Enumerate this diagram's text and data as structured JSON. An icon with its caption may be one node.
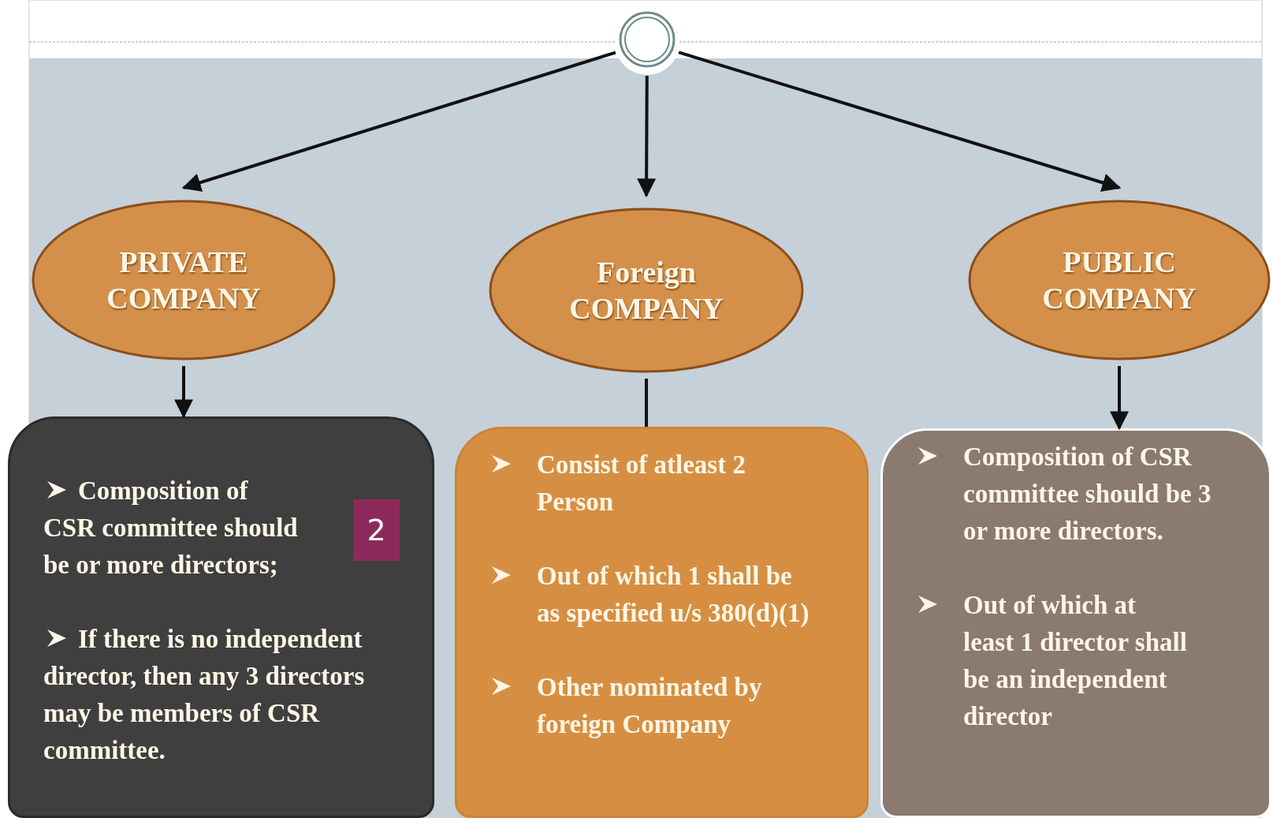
{
  "diagram": {
    "nodes": [
      {
        "text": [],
        "shape": "circle"
      },
      {
        "text": [
          "PRIVATE COMPANY"
        ]
      },
      {
        "text": [
          "Foreign COMPANY"
        ]
      },
      {
        "text": [
          "PUBLIC COMPANY"
        ]
      },
      {
        "text": [
          "Composition of CSR committee should be or more directors;",
          "If there is no independent director, then any 3 directors may be members of CSR committee."
        ]
      },
      {
        "text": [
          "Consist of atleast 2 Person",
          "Out of which 1 shall be as specified u/s 380(d)(1)",
          "Other nominated by foreign Company"
        ]
      },
      {
        "text": [
          "Composition of CSR committee should be 3 or more directors.",
          "Out of which at least 1 director shall be an independent director"
        ]
      }
    ],
    "edges": [
      {
        "from": 0,
        "to": 1,
        "arrow": "to"
      },
      {
        "from": 0,
        "to": 2,
        "arrow": "to"
      },
      {
        "from": 0,
        "to": 3,
        "arrow": "to"
      },
      {
        "from": 1,
        "to": 4,
        "arrow": "to"
      },
      {
        "from": 2,
        "to": 5,
        "arrow": "none"
      },
      {
        "from": 3,
        "to": 6,
        "arrow": "to"
      }
    ],
    "labels": [
      "2"
    ]
  }
}
